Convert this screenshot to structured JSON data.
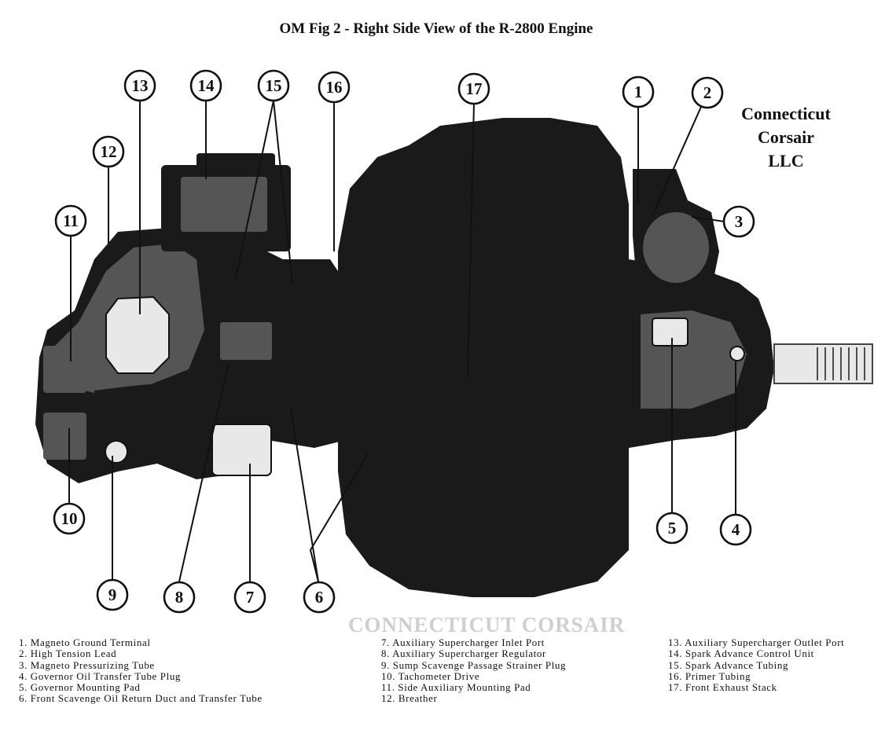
{
  "title": "OM Fig 2 - Right Side View of the R-2800 Engine",
  "brand": [
    "Connecticut",
    "Corsair",
    "LLC"
  ],
  "watermark": "CONNECTICUT CORSAIR",
  "callouts": [
    {
      "n": "1",
      "name": "callout-1"
    },
    {
      "n": "2",
      "name": "callout-2"
    },
    {
      "n": "3",
      "name": "callout-3"
    },
    {
      "n": "4",
      "name": "callout-4"
    },
    {
      "n": "5",
      "name": "callout-5"
    },
    {
      "n": "6",
      "name": "callout-6"
    },
    {
      "n": "7",
      "name": "callout-7"
    },
    {
      "n": "8",
      "name": "callout-8"
    },
    {
      "n": "9",
      "name": "callout-9"
    },
    {
      "n": "10",
      "name": "callout-10"
    },
    {
      "n": "11",
      "name": "callout-11"
    },
    {
      "n": "12",
      "name": "callout-12"
    },
    {
      "n": "13",
      "name": "callout-13"
    },
    {
      "n": "14",
      "name": "callout-14"
    },
    {
      "n": "15",
      "name": "callout-15"
    },
    {
      "n": "16",
      "name": "callout-16"
    },
    {
      "n": "17",
      "name": "callout-17"
    }
  ],
  "legend": {
    "col1": [
      "1. Magneto Ground Terminal",
      "2. High Tension Lead",
      "3. Magneto Pressurizing Tube",
      "4. Governor Oil Transfer Tube Plug",
      "5. Governor Mounting Pad",
      "6. Front Scavenge Oil Return Duct and Transfer Tube"
    ],
    "col2": [
      "7. Auxiliary Supercharger Inlet Port",
      "8. Auxiliary Supercharger Regulator",
      "9. Sump Scavenge Passage Strainer Plug",
      "10. Tachometer Drive",
      "11. Side Auxiliary Mounting Pad",
      "12. Breather"
    ],
    "col3": [
      "13. Auxiliary Supercharger Outlet Port",
      "14. Spark Advance Control Unit",
      "15. Spark Advance Tubing",
      "16. Primer Tubing",
      "17. Front Exhaust Stack"
    ]
  }
}
